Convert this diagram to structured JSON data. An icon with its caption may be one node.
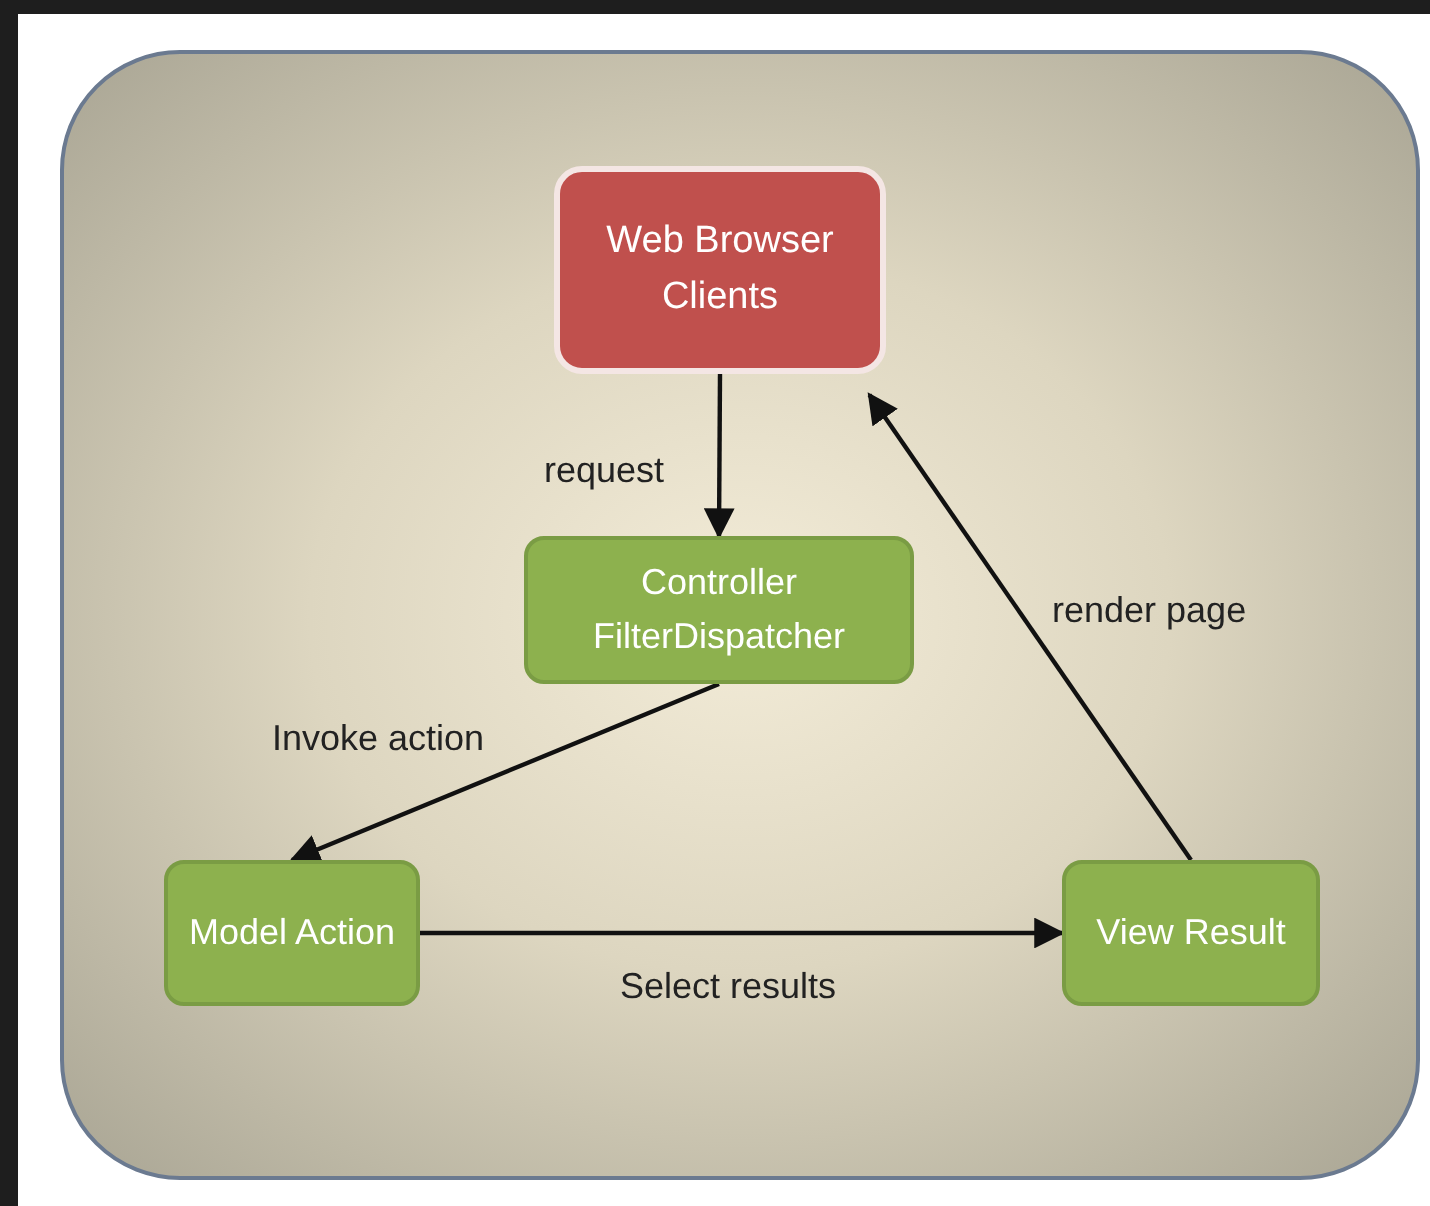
{
  "diagram": {
    "nodes": [
      {
        "text": [
          "Web Browser Clients"
        ]
      },
      {
        "text": [
          "Controller FilterDispatcher"
        ]
      },
      {
        "text": [
          "Model Action"
        ]
      },
      {
        "text": [
          "View Result"
        ]
      }
    ],
    "edges": [
      {
        "from": 0,
        "to": 1,
        "arrow": "to",
        "label": "request"
      },
      {
        "from": 1,
        "to": 2,
        "arrow": "to",
        "label": "Invoke action"
      },
      {
        "from": 2,
        "to": 3,
        "arrow": "to",
        "label": "Select results"
      },
      {
        "from": 3,
        "to": 0,
        "arrow": "to",
        "label": "render page"
      }
    ]
  }
}
